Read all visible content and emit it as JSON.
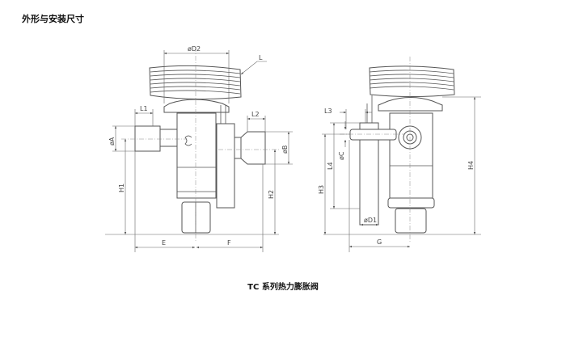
{
  "heading": "外形与安装尺寸",
  "caption": "TC 系列热力膨胀阀",
  "front_view": {
    "labels": {
      "d2": "øD2",
      "l": "L",
      "l1": "L1",
      "l2": "L2",
      "a": "øA",
      "b": "øB",
      "h1": "H1",
      "h2": "H2",
      "e": "E",
      "f": "F"
    }
  },
  "side_view": {
    "labels": {
      "l3": "L3",
      "c": "øC",
      "l4": "L4",
      "h3": "H3",
      "h4": "H4",
      "d1": "øD1",
      "g": "G"
    }
  }
}
